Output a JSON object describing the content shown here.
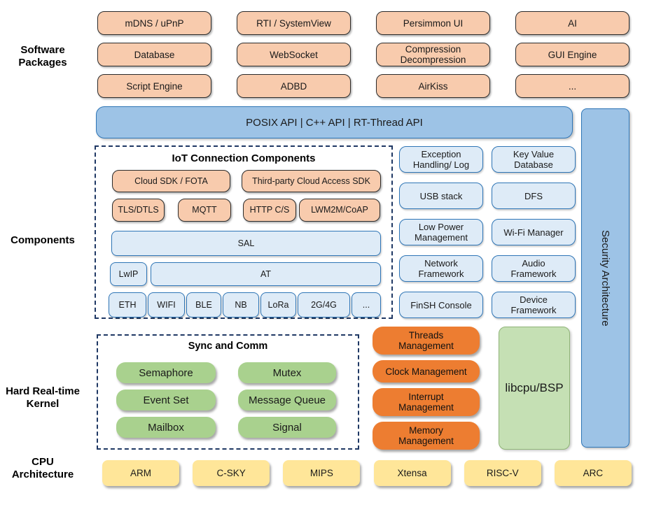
{
  "side_labels": {
    "software": {
      "line1": "Software",
      "line2": "Packages"
    },
    "components": "Components",
    "kernel": {
      "line1": "Hard Real-time",
      "line2": "Kernel"
    },
    "cpu": {
      "line1": "CPU",
      "line2": "Architecture"
    }
  },
  "packages": [
    "mDNS / uPnP",
    "RTI / SystemView",
    "Persimmon UI",
    "AI",
    "Database",
    "WebSocket",
    "Compression\nDecompression",
    "GUI Engine",
    "Script Engine",
    "ADBD",
    "AirKiss",
    "..."
  ],
  "api_bar": "POSIX API  |  C++ API  |  RT-Thread API",
  "security_bar": "Security Architecture",
  "iot": {
    "title": "IoT Connection Components",
    "cloud_sdk": "Cloud SDK / FOTA",
    "third_party": "Third-party Cloud Access SDK",
    "protocols": [
      "TLS/DTLS",
      "MQTT",
      "HTTP C/S",
      "LWM2M/CoAP"
    ],
    "sal": "SAL",
    "lwip": "LwIP",
    "at": "AT",
    "links": [
      "ETH",
      "WIFI",
      "BLE",
      "NB",
      "LoRa",
      "2G/4G",
      "..."
    ]
  },
  "right_components": [
    "Exception\nHandling/ Log",
    "Key Value\nDatabase",
    "USB stack",
    "DFS",
    "Low Power\nManagement",
    "Wi-Fi Manager",
    "Network\nFramework",
    "Audio\nFramework",
    "FinSH Console",
    "Device\nFramework"
  ],
  "kernel": {
    "title": "Sync and Comm",
    "items": [
      "Semaphore",
      "Mutex",
      "Event Set",
      "Message Queue",
      "Mailbox",
      "Signal"
    ],
    "management": [
      "Threads\nManagement",
      "Clock Management",
      "Interrupt\nManagement",
      "Memory\nManagement"
    ],
    "libcpu": "libcpu/BSP"
  },
  "cpu_row": [
    "ARM",
    "C-SKY",
    "MIPS",
    "Xtensa",
    "RISC-V",
    "ARC"
  ],
  "colors": {
    "peach": "#F8CBAD",
    "dark_orange": "#ED7D31",
    "blue": "#9DC3E6",
    "blue_border": "#2E75B6",
    "light_blue": "#DEEBF7",
    "green": "#A9D18E",
    "light_green": "#C5E0B4",
    "yellow": "#FFE699",
    "dashed_navy": "#1F3864"
  }
}
